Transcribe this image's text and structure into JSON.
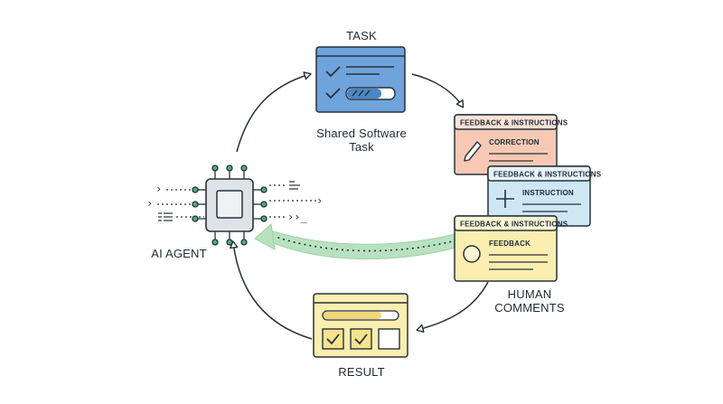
{
  "task": {
    "heading": "TASK",
    "caption_line1": "Shared Software",
    "caption_line2": "Task"
  },
  "agent": {
    "label": "AI AGENT"
  },
  "result": {
    "label": "RESULT"
  },
  "human": {
    "label_line1": "HUMAN",
    "label_line2": "COMMENTS"
  },
  "cards": [
    {
      "header": "FEEDBACK & INSTRUCTIONS",
      "title": "CORRECTION",
      "icon": "pencil-icon",
      "color": "#f7c9b4"
    },
    {
      "header": "FEEDBACK & INSTRUCTIONS",
      "title": "INSTRUCTION",
      "icon": "plus-icon",
      "color": "#cfe6f5"
    },
    {
      "header": "FEEDBACK & INSTRUCTIONS",
      "title": "FEEDBACK",
      "icon": "circle-icon",
      "color": "#fbeeb0"
    }
  ],
  "colors": {
    "stroke": "#263238",
    "task_blue": "#6fa3dc",
    "chip_gray": "#dde3e7",
    "pin_green": "#4caf7d",
    "feedback_arrow": "#b8e2bf",
    "result_yellow": "#fbeeb0"
  }
}
